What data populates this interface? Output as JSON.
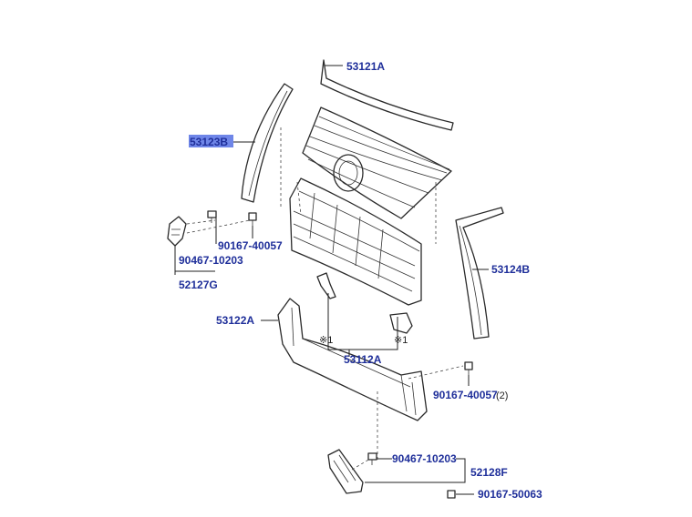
{
  "colors": {
    "label": "#1f2f9a",
    "highlight": "#6f86e8",
    "line": "#2a2a2a"
  },
  "labels": {
    "p53121A": "53121A",
    "p53123B": "53123B",
    "p53124B": "53124B",
    "p53122A": "53122A",
    "p53112A": "53112A",
    "p52127G": "52127G",
    "p52128F": "52128F",
    "p90167_40057_top": "90167-40057",
    "p90467_10203_top": "90467-10203",
    "p90167_40057_right": "90167-40057",
    "qty2": "(2)",
    "p90467_10203_bottom": "90467-10203",
    "p90167_50063": "90167-50063",
    "note1_left": "※1",
    "note1_right": "※1"
  }
}
